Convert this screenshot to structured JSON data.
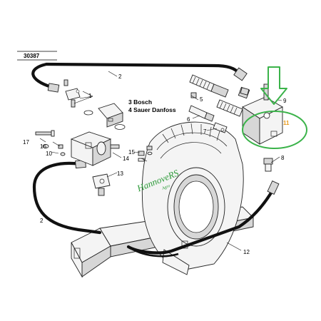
{
  "drawing_number": "30387",
  "variant_notes": [
    "3 Bosch",
    "4 Sauer Danfoss"
  ],
  "callouts": [
    "1",
    "2",
    "5",
    "6",
    "7",
    "8",
    "9",
    "10",
    "11",
    "12",
    "13",
    "14",
    "15",
    "16",
    "17"
  ],
  "watermark": {
    "text": "HannoveRS",
    "subtext": "Agro",
    "color": "#2e9b3a"
  },
  "highlight": {
    "part": "11",
    "color": "#3bb34a",
    "label_color": "#e89a1a"
  }
}
